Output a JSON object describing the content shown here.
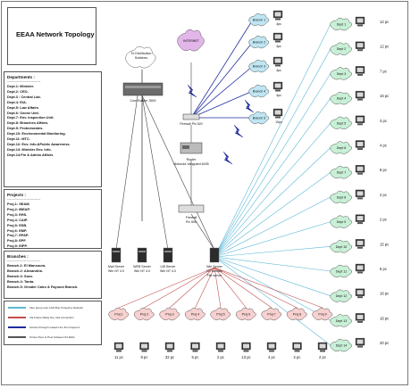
{
  "title": "EEAA Network Topology",
  "departments": {
    "heading": "Departments :",
    "rule": "----------------------------",
    "items": [
      "Dept.1: Minister.",
      "Dept.2: CEO.",
      "Dept.3 : Central Lab.",
      "Dept.4: EIA.",
      "Dept.5: Law Affairs",
      "Dept.6: Ozone Unit.",
      "Dept.7: Env. Inspection Unit.",
      "Dept.8: Branches Affairs.",
      "Dept.9: Protectorates.",
      "Dept.10: Environmental Monitoring.",
      "Dept.11: MTC.",
      "Dept.12: Env. Info.&Public Awareness.",
      "Dept.13: Minister Env. Info.",
      "Dept.14:Fin & Admin Affairs"
    ]
  },
  "projects": {
    "heading": "Projects :",
    "rule": "----------------------------",
    "items": [
      "Proj.1: SEAM.",
      "Proj.2: IBEAP.",
      "Proj.3: EHS.",
      "Proj.4: CAIP.",
      "Proj.5: ESB.",
      "Proj.6: EMP.",
      "Proj.7: EPAP.",
      "Proj.8: EPF.",
      "Proj.9: EIPP."
    ]
  },
  "branches": {
    "heading": "Branches :",
    "rule": "----------------------------",
    "items": [
      "Branch.1: El Mansoura.",
      "Branch.2: Alexandria.",
      "Branch.3: Suez.",
      "Branch.4: Tanta.",
      "Branch.5: Greater Cairo & Fayoum Branch."
    ]
  },
  "legend": [
    "Inter group over LAN fiber through a Network",
    "Via Frame Relay line, fast connection",
    "Access through Leased Line from Fayoum",
    "Ozone Peer to Peer between 64 kbit/s"
  ],
  "cloud_labels": {
    "distribution": "To Distribution Switches",
    "internet": "INTERNET"
  },
  "devices": {
    "switch": "Core Builder 3500",
    "firewall_top": "Firewall",
    "firewall_top_model": "Pix 520",
    "router": "Router",
    "router_model": "Motorola Vanguard 6435",
    "firewall_bottom": "Firewall",
    "firewall_bottom_model": "Pix 506"
  },
  "servers": [
    {
      "name": "Mail Server",
      "os": "Win NT 4.0"
    },
    {
      "name": "WEB Server",
      "os": "Win NT 4.0"
    },
    {
      "name": "LIB Server",
      "os": "Win NT 4.0"
    }
  ],
  "central_server": {
    "name": "Win Server",
    "sub1": "NT domain",
    "sub2": "File server"
  },
  "branch_nodes": [
    {
      "label": "Branch 1",
      "count": "4pc"
    },
    {
      "label": "Branch 2",
      "count": "4pc"
    },
    {
      "label": "Branch 3",
      "count": "4pc"
    },
    {
      "label": "Branch 4",
      "count": "4pc"
    },
    {
      "label": "Branch 5",
      "count": "10pc"
    }
  ],
  "dept_nodes": [
    {
      "label": "Dept 1",
      "count": "12 pc"
    },
    {
      "label": "Dept 2",
      "count": "12 pc"
    },
    {
      "label": "Dept 3",
      "count": "7 pc"
    },
    {
      "label": "Dept 4",
      "count": "16 pc"
    },
    {
      "label": "Dept 5",
      "count": "3 pc"
    },
    {
      "label": "Dept 6",
      "count": "4 pc"
    },
    {
      "label": "Dept 7",
      "count": "8 pc"
    },
    {
      "label": "Dept 8",
      "count": "2 pc"
    },
    {
      "label": "Dept 9",
      "count": "2 pc"
    },
    {
      "label": "Dept 10",
      "count": "15 pc"
    },
    {
      "label": "Dept 11",
      "count": "6 pc"
    },
    {
      "label": "Dept 12",
      "count": "16 pc"
    },
    {
      "label": "Dept 13",
      "count": "16 pc"
    },
    {
      "label": "Dept 14",
      "count": "20 pc"
    }
  ],
  "proj_nodes": [
    {
      "label": "Proj 1",
      "count": "11 pc"
    },
    {
      "label": "Proj 2",
      "count": "8 pc"
    },
    {
      "label": "Proj 3",
      "count": "32 pc"
    },
    {
      "label": "Proj 4",
      "count": "5 pc"
    },
    {
      "label": "Proj 5",
      "count": "2 pc"
    },
    {
      "label": "Proj 6",
      "count": "13 pc"
    },
    {
      "label": "Proj 7",
      "count": "4 pc"
    },
    {
      "label": "Proj 8",
      "count": "2 pc"
    },
    {
      "label": "Proj 9",
      "count": "2 pc"
    }
  ],
  "colors": {
    "branch_cloud": "#bfe6f2",
    "dept_cloud": "#c8f0d6",
    "proj_cloud": "#f7d0d0",
    "internet_cloud": "#e2b6e8",
    "dept_link": "#5bb8d6",
    "proj_link": "#c0504d",
    "backbone": "#1f2d9c"
  }
}
